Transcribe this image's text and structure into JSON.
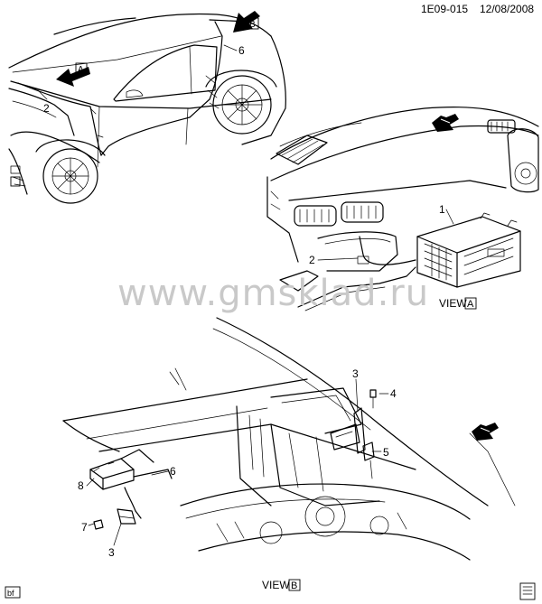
{
  "header": {
    "doc_id": "1E09-015",
    "date": "12/08/2008"
  },
  "watermark": "www.gmsklad.ru",
  "views": {
    "a": {
      "prefix": "VIEW",
      "letter": "A"
    },
    "b": {
      "prefix": "VIEW",
      "letter": "B"
    }
  },
  "arrows": {
    "a": "A",
    "b": "B"
  },
  "callouts": {
    "car_2": "2",
    "car_6": "6",
    "dash_1": "1",
    "dash_2": "2",
    "trunk_3a": "3",
    "trunk_4": "4",
    "trunk_5": "5",
    "trunk_6": "6",
    "trunk_8": "8",
    "trunk_7": "7",
    "trunk_3b": "3"
  },
  "corner_tag": "bf"
}
